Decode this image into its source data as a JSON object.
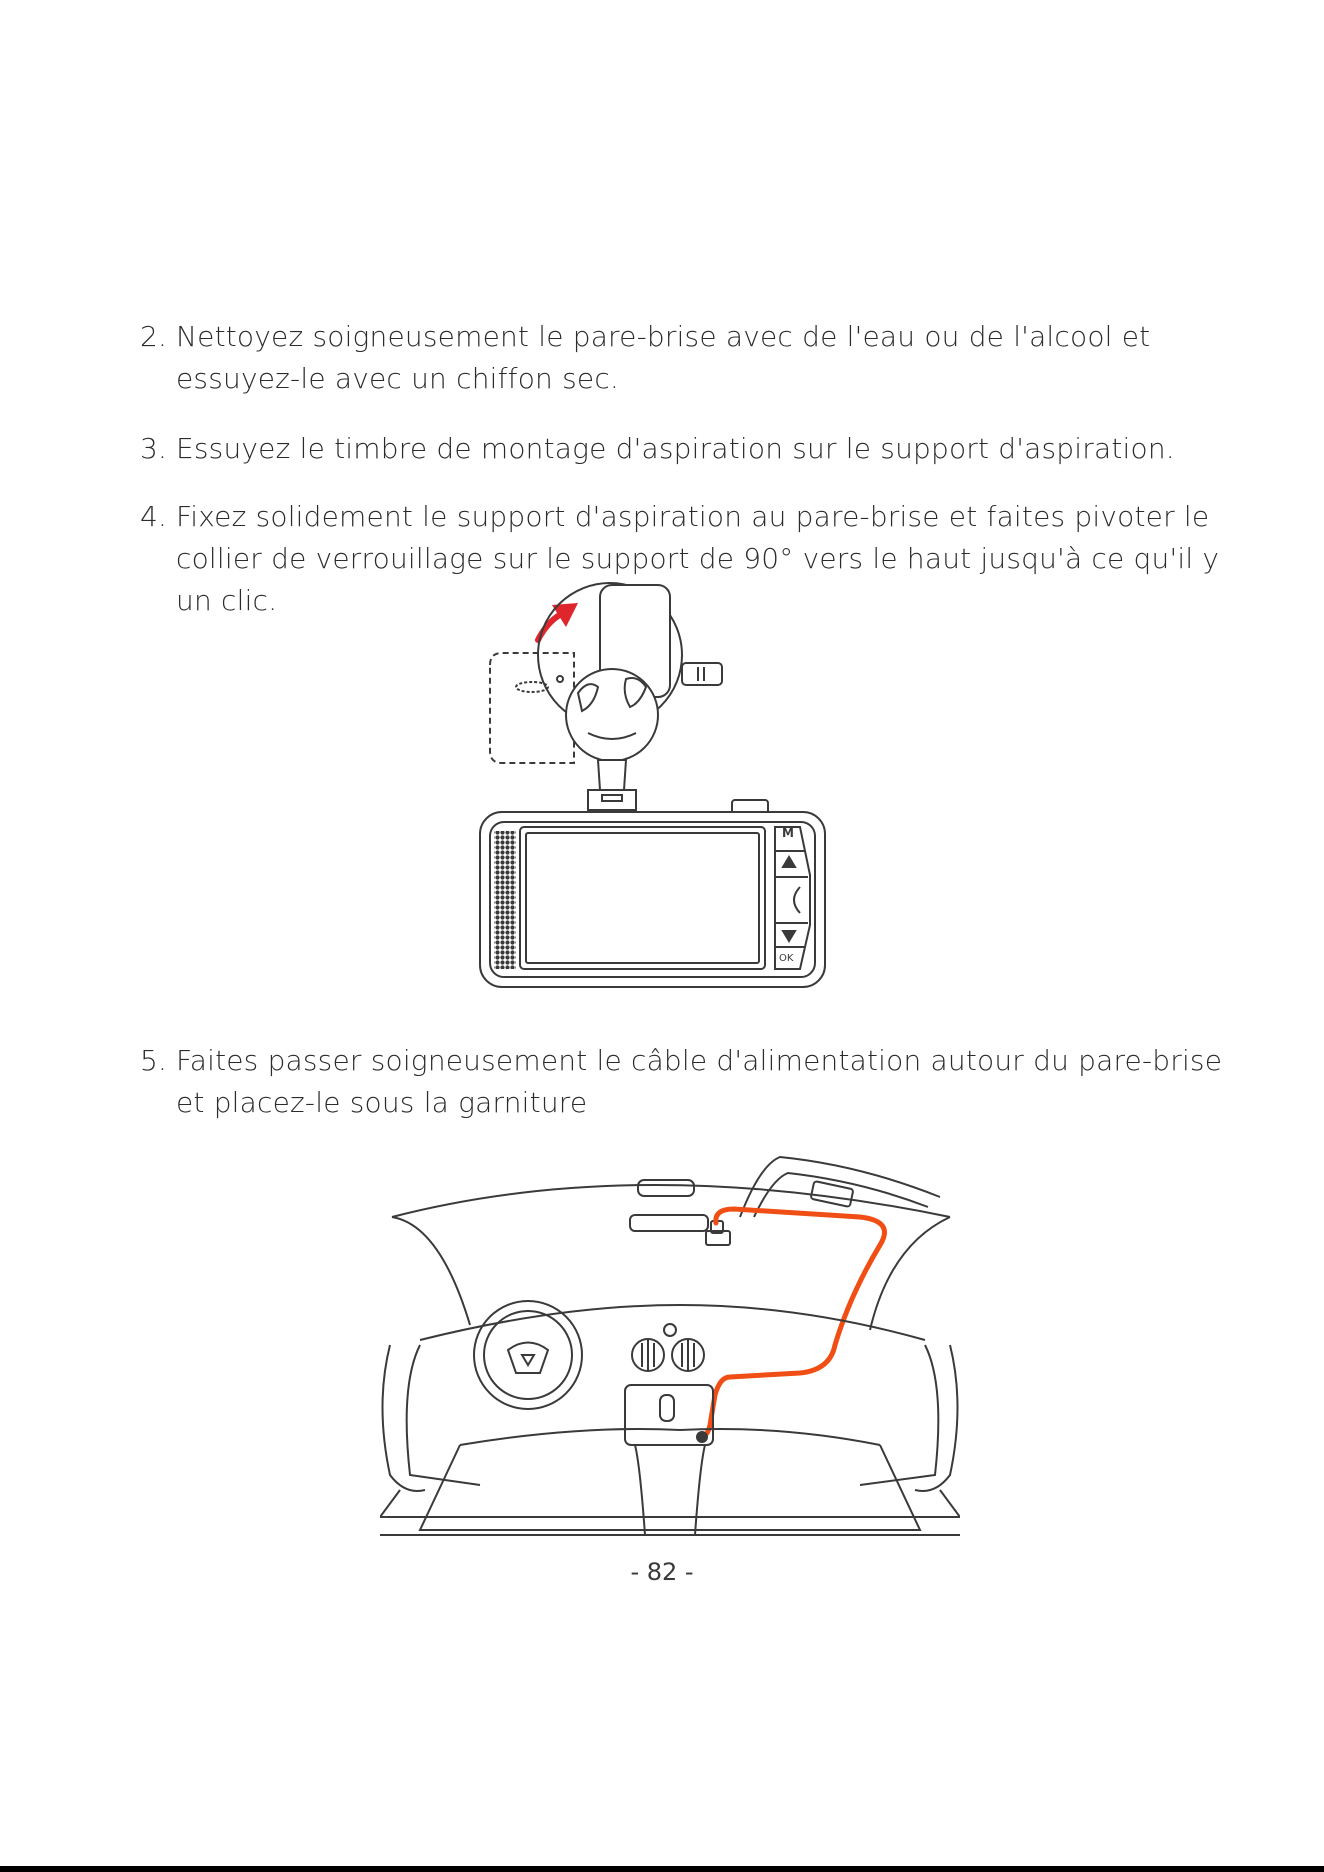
{
  "steps": [
    {
      "num": "2.",
      "text": "Nettoyez soigneusement le pare-brise avec de l'eau ou de l'alcool et essuyez-le avec un chiffon sec."
    },
    {
      "num": "3.",
      "text": "Essuyez le timbre de montage d'aspiration sur le support d'aspiration."
    },
    {
      "num": "4.",
      "text": "Fixez solidement le support d'aspiration au pare-brise et faites pivoter le collier de verrouillage sur le support de 90° vers le haut jusqu'à ce qu'il y un clic."
    },
    {
      "num": "5.",
      "text": "Faites passer soigneusement le câble d'alimentation autour du pare-brise et placez-le sous la garniture"
    }
  ],
  "camera_buttons": [
    "M",
    "OK"
  ],
  "colors": {
    "arrow": "#e0262d",
    "cable": "#f04e14",
    "line": "#3a3a3a"
  },
  "page_number": "- 82 -"
}
